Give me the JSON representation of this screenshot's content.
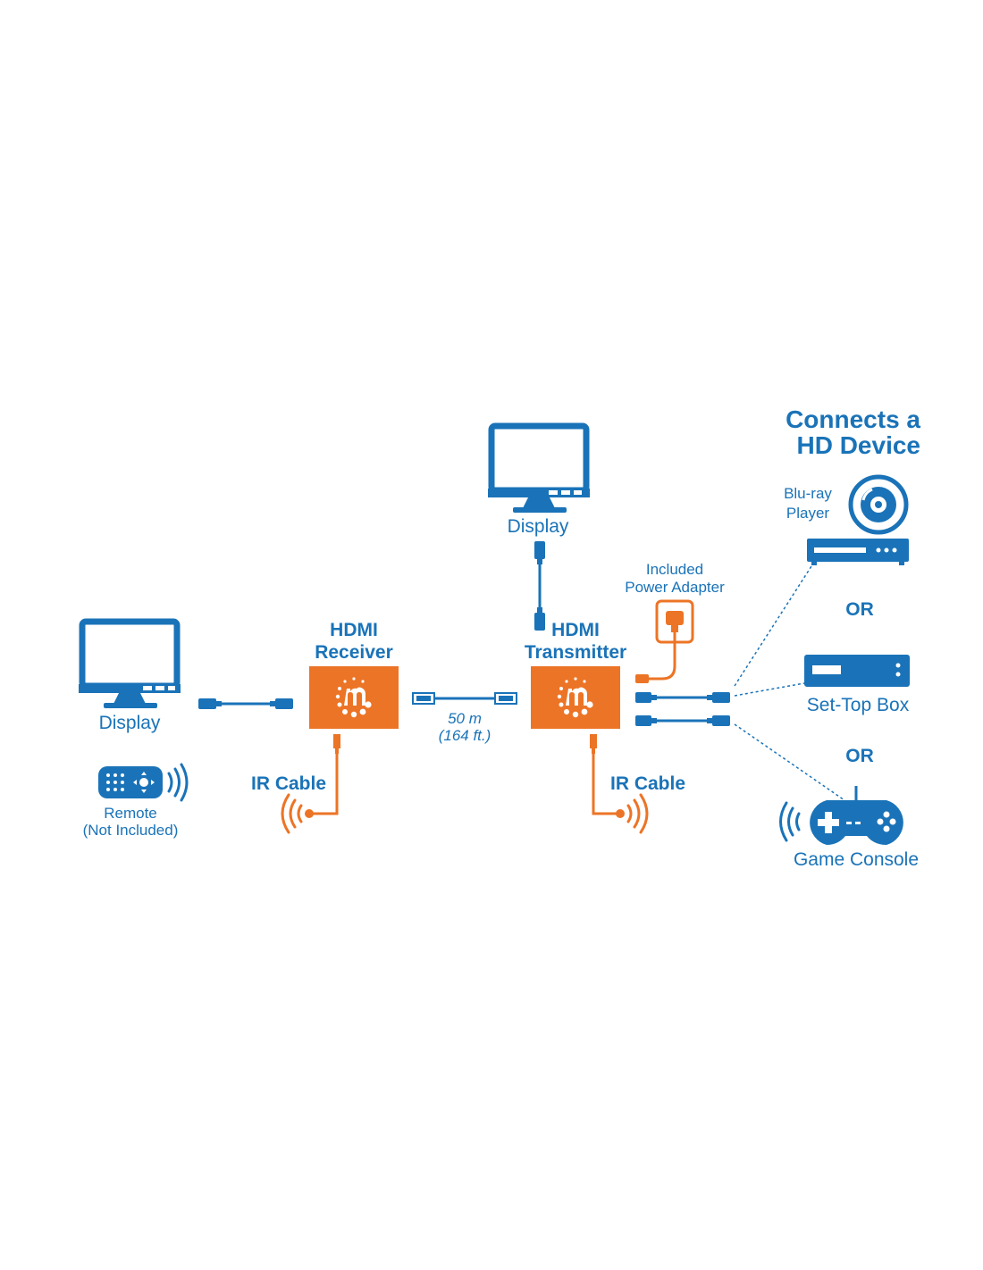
{
  "colors": {
    "blue": "#1a73b8",
    "orange": "#ec7426",
    "white": "#ffffff"
  },
  "labels": {
    "display_left": "Display",
    "display_top": "Display",
    "receiver_line1": "HDMI",
    "receiver_line2": "Receiver",
    "transmitter_line1": "HDMI",
    "transmitter_line2": "Transmitter",
    "cable_length_line1": "50 m",
    "cable_length_line2": "(164 ft.)",
    "ir_cable_receiver": "IR Cable",
    "ir_cable_transmitter": "IR Cable",
    "remote_line1": "Remote",
    "remote_line2": "(Not Included)",
    "power_adapter_line1": "Included",
    "power_adapter_line2": "Power Adapter",
    "heading_line1": "Connects a",
    "heading_line2": "HD Device",
    "bluray_line1": "Blu-ray",
    "bluray_line2": "Player",
    "or_1": "OR",
    "set_top_box": "Set-Top Box",
    "or_2": "OR",
    "game_console": "Game Console"
  },
  "icons": {
    "display_left": "monitor-icon",
    "display_top": "monitor-icon",
    "remote": "remote-control-icon",
    "receiver_logo": "manhattan-logo",
    "transmitter_logo": "manhattan-logo",
    "bluray": "disc-icon",
    "bluray_player": "bluray-player-icon",
    "set_top_box": "set-top-box-icon",
    "game_console": "gamepad-icon",
    "power_adapter": "power-plug-icon"
  }
}
